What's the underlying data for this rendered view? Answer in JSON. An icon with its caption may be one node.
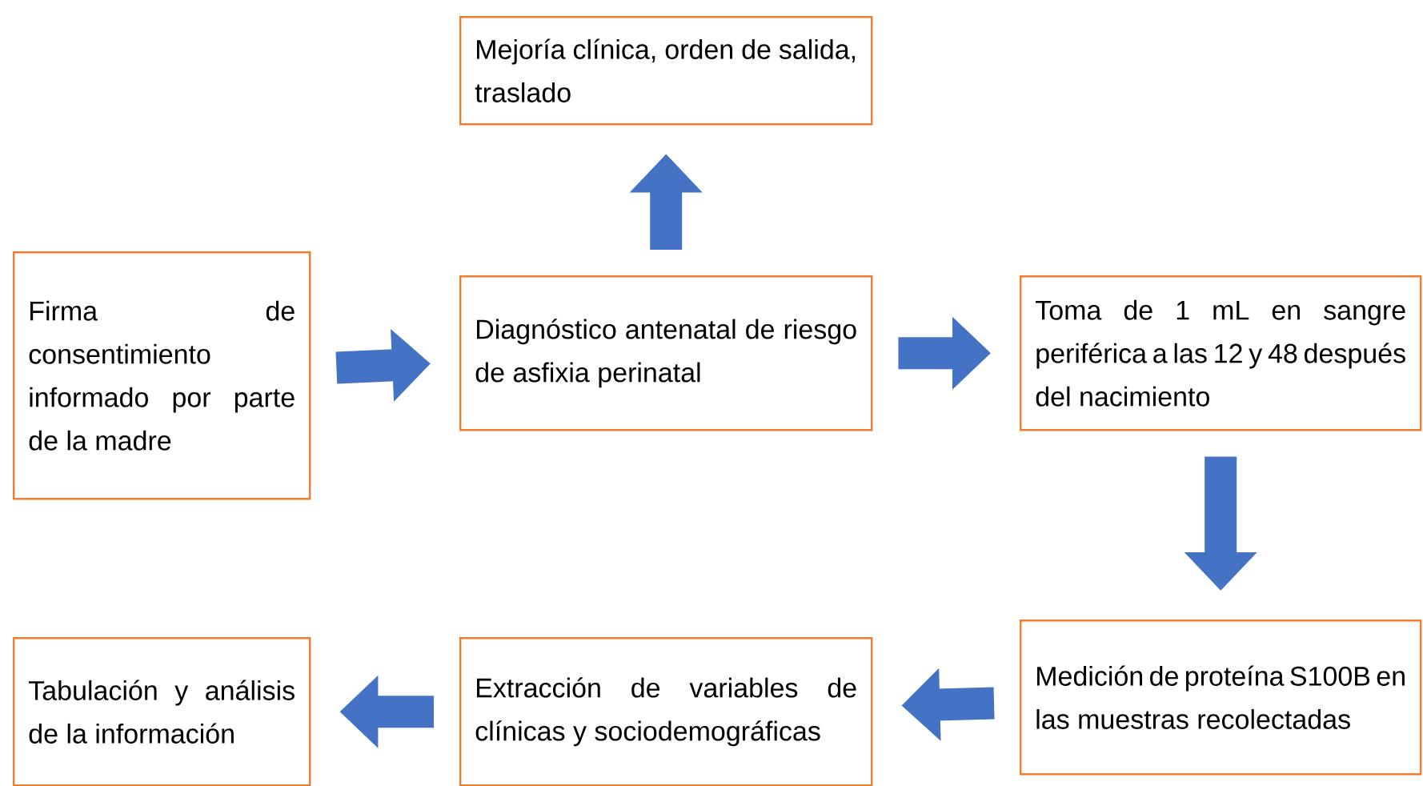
{
  "diagram": {
    "nodes": [
      {
        "text": [
          "Mejoría clínica, orden de salida, traslado"
        ]
      },
      {
        "text": [
          "Firma de consentimiento informado por parte de la madre"
        ]
      },
      {
        "text": [
          "Diagnóstico antenatal de riesgo de asfixia perinatal"
        ]
      },
      {
        "text": [
          "Toma de 1 mL en sangre periférica a las 12 y 48 después del nacimiento"
        ]
      },
      {
        "text": [
          "Medición de proteína S100B en las muestras recolectadas"
        ]
      },
      {
        "text": [
          "Extracción de variables de clínicas y sociodemográficas"
        ]
      },
      {
        "text": [
          "Tabulación y análisis de la información"
        ]
      }
    ],
    "edges": [
      {
        "from": 1,
        "to": 2,
        "arrow": "to"
      },
      {
        "from": 2,
        "to": 0,
        "arrow": "to"
      },
      {
        "from": 2,
        "to": 3,
        "arrow": "to"
      },
      {
        "from": 3,
        "to": 4,
        "arrow": "to"
      },
      {
        "from": 4,
        "to": 5,
        "arrow": "to"
      },
      {
        "from": 5,
        "to": 6,
        "arrow": "to"
      }
    ]
  }
}
